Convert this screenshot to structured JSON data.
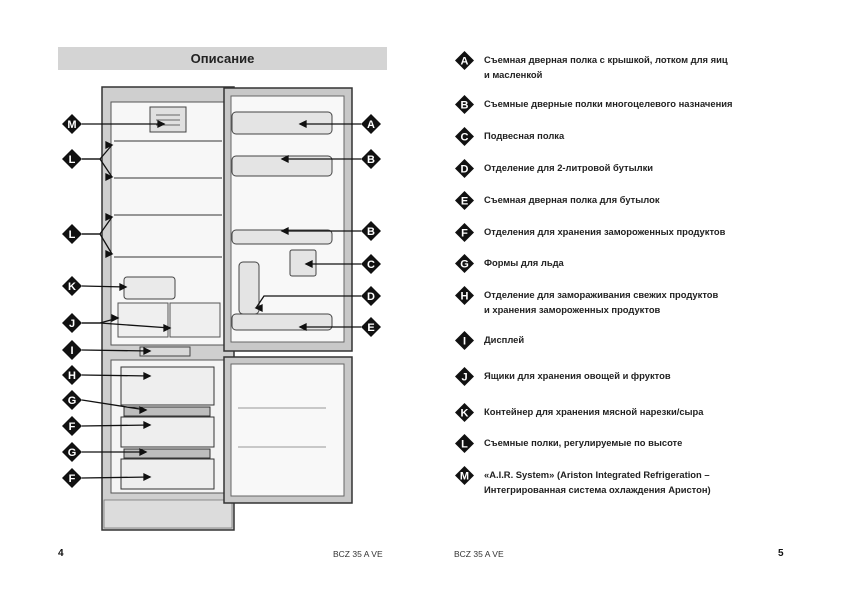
{
  "section_title": "Описание",
  "legend": [
    {
      "letter": "A",
      "lines": [
        "Съемная дверная полка с крышкой, лотком для яиц",
        "и масленкой"
      ]
    },
    {
      "letter": "B",
      "lines": [
        "Съемные дверные полки многоцелевого назначения"
      ]
    },
    {
      "letter": "C",
      "lines": [
        "Подвесная полка"
      ]
    },
    {
      "letter": "D",
      "lines": [
        "Отделение для 2-литровой бутылки"
      ]
    },
    {
      "letter": "E",
      "lines": [
        "Съемная дверная полка для бутылок"
      ]
    },
    {
      "letter": "F",
      "lines": [
        "Отделения для хранения замороженных продуктов"
      ]
    },
    {
      "letter": "G",
      "lines": [
        "Формы для льда"
      ]
    },
    {
      "letter": "H",
      "lines": [
        "Отделение для замораживания свежих продуктов",
        "и хранения замороженных продуктов"
      ]
    },
    {
      "letter": "I",
      "lines": [
        "Дисплей"
      ]
    },
    {
      "letter": "J",
      "lines": [
        "Ящики для хранения овощей и фруктов"
      ]
    },
    {
      "letter": "K",
      "lines": [
        "Контейнер для хранения мясной нарезки/сыра"
      ]
    },
    {
      "letter": "L",
      "lines": [
        "Съемные полки, регулируемые по высоте"
      ]
    },
    {
      "letter": "M",
      "lines": [
        "«A.I.R. System» (Ariston Integrated Refrigeration –",
        "Интегрированная система охлаждения Аристон)"
      ]
    }
  ],
  "diagram_callouts": {
    "left": [
      "M",
      "L",
      "L",
      "K",
      "J",
      "I",
      "H",
      "G",
      "F",
      "G",
      "F"
    ],
    "right": [
      "A",
      "B",
      "B",
      "C",
      "D",
      "E"
    ]
  },
  "footer": {
    "left_page": "4",
    "left_model": "BCZ 35 A VE",
    "right_model": "BCZ 35 A VE",
    "right_page": "5"
  }
}
